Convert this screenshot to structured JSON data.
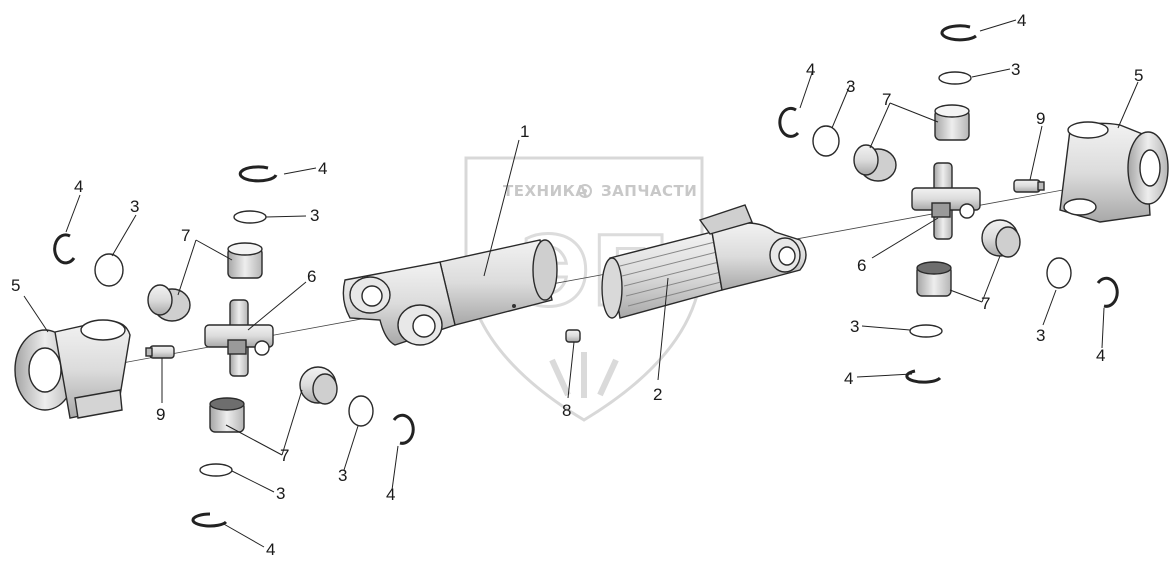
{
  "watermark": {
    "text_left": "ТЕХНИКА",
    "text_right": "ЗАПЧАСТИ",
    "logo": "ЭП"
  },
  "callouts": {
    "c1": "1",
    "c2": "2",
    "c6a": "6",
    "c6b": "6",
    "c8": "8",
    "c9a": "9",
    "c9b": "9",
    "c5a": "5",
    "c5b": "5",
    "c7a": "7",
    "c7b": "7",
    "c7c": "7",
    "c7d": "7",
    "c3a": "3",
    "c3b": "3",
    "c3c": "3",
    "c3d": "3",
    "c3e": "3",
    "c3f": "3",
    "c3g": "3",
    "c3h": "3",
    "c4a": "4",
    "c4b": "4",
    "c4c": "4",
    "c4d": "4",
    "c4e": "4",
    "c4f": "4",
    "c4g": "4",
    "c4h": "4"
  },
  "colors": {
    "line": "#222222",
    "fill": "#e6e6e6",
    "dark": "#8a8a8a",
    "watermark": "#d4d4d4"
  }
}
